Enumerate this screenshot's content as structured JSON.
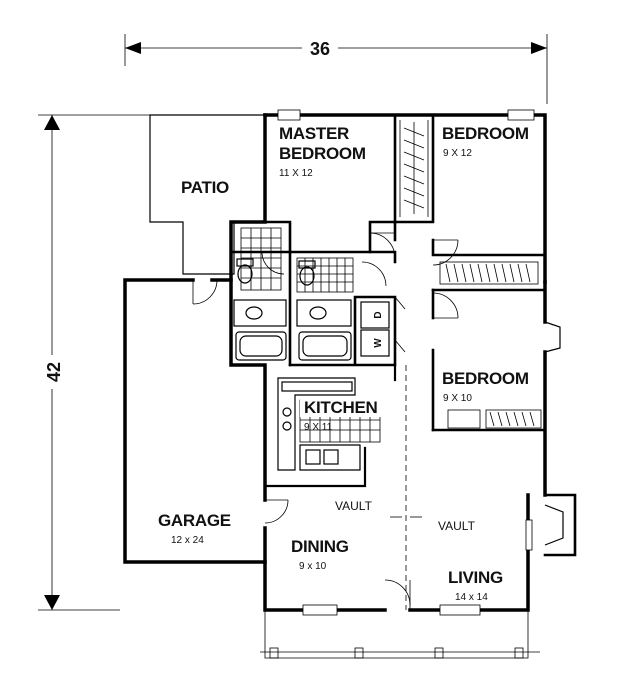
{
  "dimensions": {
    "width": "36",
    "depth": "42"
  },
  "rooms": {
    "master": {
      "line1": "MASTER",
      "line2": "BEDROOM",
      "size": "11 X 12"
    },
    "bed2": {
      "name": "BEDROOM",
      "size": "9 X 12"
    },
    "bed3": {
      "name": "BEDROOM",
      "size": "9 X 10"
    },
    "patio": {
      "name": "PATIO"
    },
    "kitchen": {
      "name": "KITCHEN",
      "size": "9 X 11"
    },
    "garage": {
      "name": "GARAGE",
      "size": "12 x 24"
    },
    "dining": {
      "name": "DINING",
      "size": "9 x 10"
    },
    "living": {
      "name": "LIVING",
      "size": "14 x 14"
    }
  },
  "labels": {
    "vault_left": "VAULT",
    "vault_right": "VAULT",
    "washer": "W",
    "dryer": "D"
  }
}
